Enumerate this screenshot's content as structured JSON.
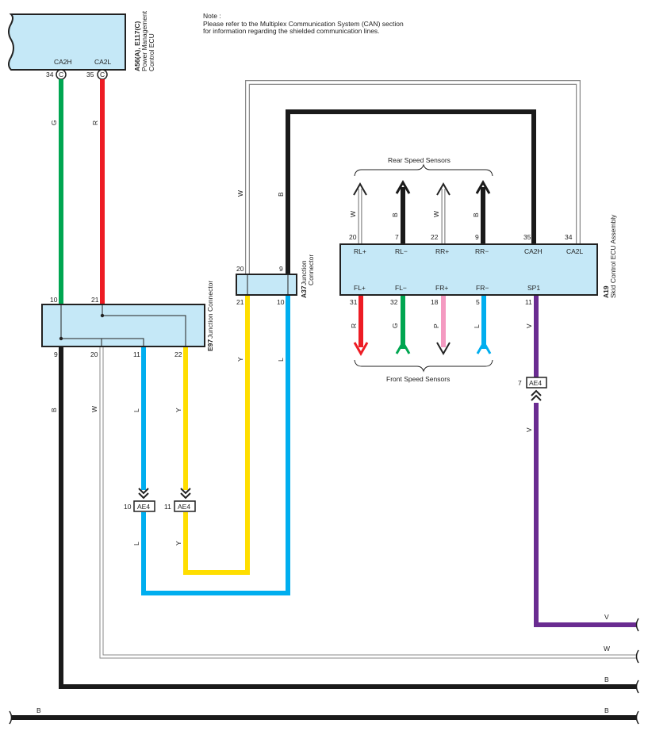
{
  "note": {
    "title": "Note :",
    "line1": "Please refer to the Multiplex Communication System (CAN) section",
    "line2": "for information regarding the shielded communication lines."
  },
  "components": {
    "pm_ecu": {
      "code": "A56(A), E117(C)",
      "name1": "Power Management",
      "name2": "Control ECU"
    },
    "e97": {
      "code": "E97",
      "name": "Junction Connector"
    },
    "a37": {
      "code": "A37",
      "name1": "Junction",
      "name2": "Connector"
    },
    "a19": {
      "code": "A19",
      "name": "Skid Control ECU Assembly"
    }
  },
  "pm_pins": {
    "ca2h": "CA2H",
    "ca2l": "CA2L",
    "ca2h_num": "34",
    "ca2l_num": "35",
    "connector_letter": "C"
  },
  "e97_pins": {
    "top_left": "10",
    "top_right": "21",
    "bottom": [
      "9",
      "20",
      "11",
      "22"
    ]
  },
  "a37_pins": {
    "top_left": "20",
    "top_right": "9",
    "bottom_left": "21",
    "bottom_right": "10"
  },
  "a19": {
    "top_numbers": [
      "20",
      "7",
      "22",
      "9",
      "35",
      "34"
    ],
    "top_labels": [
      "RL+",
      "RL−",
      "RR+",
      "RR−",
      "CA2H",
      "CA2L"
    ],
    "bottom_labels": [
      "FL+",
      "FL−",
      "FR+",
      "FR−",
      "SP1"
    ],
    "bottom_numbers": [
      "31",
      "32",
      "18",
      "5",
      "11"
    ]
  },
  "groups": {
    "rear": "Rear Speed Sensors",
    "front": "Front Speed Sensors"
  },
  "connectors": {
    "ae4": "AE4",
    "ae4_10_pin": "10",
    "ae4_11_pin": "11",
    "ae4_7_pin": "7"
  },
  "wire_labels": {
    "G": "G",
    "R": "R",
    "W": "W",
    "B": "B",
    "Y": "Y",
    "L": "L",
    "V": "V",
    "P": "P"
  },
  "colors": {
    "black": "#1a1a1a",
    "green": "#00a651",
    "red": "#ed1c24",
    "yellow": "#ffde00",
    "blue": "#00aeef",
    "purple": "#6a2c91",
    "pink": "#f49ac1",
    "white_wire": "#9b9b9b",
    "box_fill": "#c5e8f7"
  }
}
